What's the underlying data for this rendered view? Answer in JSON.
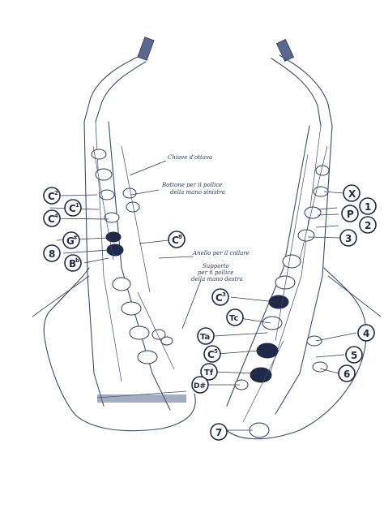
{
  "annotations": {
    "octave_key": "Chiave d'ottava",
    "left_thumb_line1": "Bottone per il pollice",
    "left_thumb_line2": "della mano sinistra",
    "neck_ring": "Anello per il collare",
    "right_thumb_line1": "Supporto",
    "right_thumb_line2": "per il pollice",
    "right_thumb_line3": "della mano destra"
  },
  "left_keys": {
    "c2": {
      "letter": "C",
      "sup": "2"
    },
    "c1": {
      "letter": "C",
      "sup": "1"
    },
    "c4": {
      "letter": "C",
      "sup": "4"
    },
    "g_sharp": {
      "letter": "G",
      "sup": "#"
    },
    "eight": {
      "letter": "8",
      "sup": ""
    },
    "b_flat": {
      "letter": "B",
      "sup": "b"
    },
    "c8": {
      "letter": "C",
      "sup": "8"
    }
  },
  "right_keys": {
    "x": {
      "letter": "X",
      "sup": ""
    },
    "p": {
      "letter": "P",
      "sup": ""
    },
    "c3": {
      "letter": "C",
      "sup": "3"
    },
    "tc": {
      "letter": "Tc",
      "sup": ""
    },
    "ta": {
      "letter": "Ta",
      "sup": ""
    },
    "c5": {
      "letter": "C",
      "sup": "5"
    },
    "tf": {
      "letter": "Tf",
      "sup": ""
    },
    "d_sharp": {
      "letter": "D#",
      "sup": ""
    },
    "seven": {
      "letter": "7",
      "sup": ""
    }
  },
  "numbers": {
    "n1": "1",
    "n2": "2",
    "n3": "3",
    "n4": "4",
    "n5": "5",
    "n6": "6"
  }
}
